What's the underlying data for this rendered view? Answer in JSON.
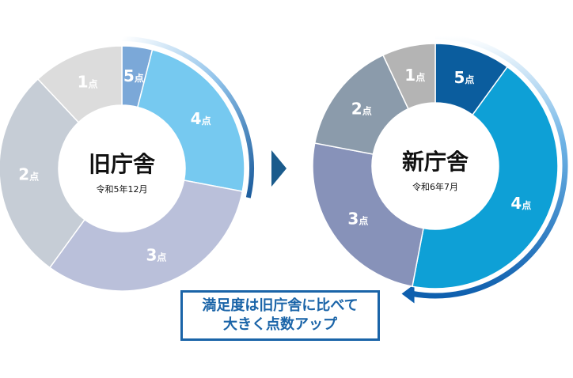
{
  "chart_data": [
    {
      "type": "pie",
      "title": "旧庁舎",
      "subtitle": "令和5年12月",
      "unit": "点",
      "categories": [
        "5",
        "4",
        "3",
        "2",
        "1"
      ],
      "values": [
        4,
        24,
        32,
        28,
        12
      ],
      "colors": [
        "#7ba8d8",
        "#76c9f0",
        "#bac0da",
        "#c6cdd6",
        "#dcdcdc"
      ]
    },
    {
      "type": "pie",
      "title": "新庁舎",
      "subtitle": "令和6年7月",
      "unit": "点",
      "categories": [
        "5",
        "4",
        "3",
        "2",
        "1"
      ],
      "values": [
        10,
        43,
        25,
        15,
        7
      ],
      "colors": [
        "#0b5d9e",
        "#0ea0d6",
        "#8792b9",
        "#8b9bab",
        "#b4b4b4"
      ]
    }
  ],
  "note": {
    "line1": "満足度は旧庁舎に比べて",
    "line2": "大きく点数アップ"
  },
  "colors": {
    "accent": "#1a64a8",
    "arrow": "#1a5b8c"
  }
}
